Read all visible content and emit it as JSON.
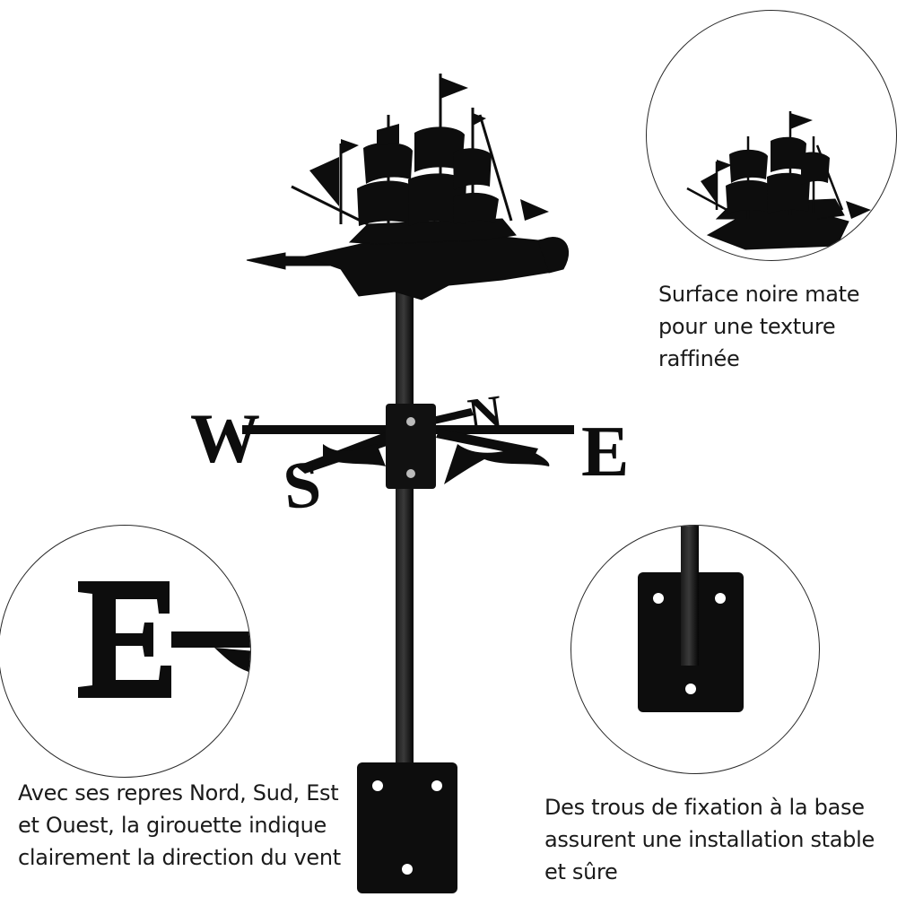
{
  "captions": {
    "texture": [
      "Surface noire mate",
      "pour une texture",
      "raffinée"
    ],
    "directions": [
      "Avec ses repres Nord, Sud, Est",
      "et Ouest, la girouette indique",
      "clairement la direction du vent"
    ],
    "mounting": [
      "Des trous de fixation à la base",
      "assurent une installation stable",
      "et sûre"
    ]
  },
  "compass_letters": {
    "west": "W",
    "east": "E",
    "north": "N",
    "south": "S"
  },
  "colors": {
    "metal": "#0d0d0d",
    "background": "#ffffff",
    "circle_border": "#2a2a2a",
    "text": "#1a1a1a"
  }
}
